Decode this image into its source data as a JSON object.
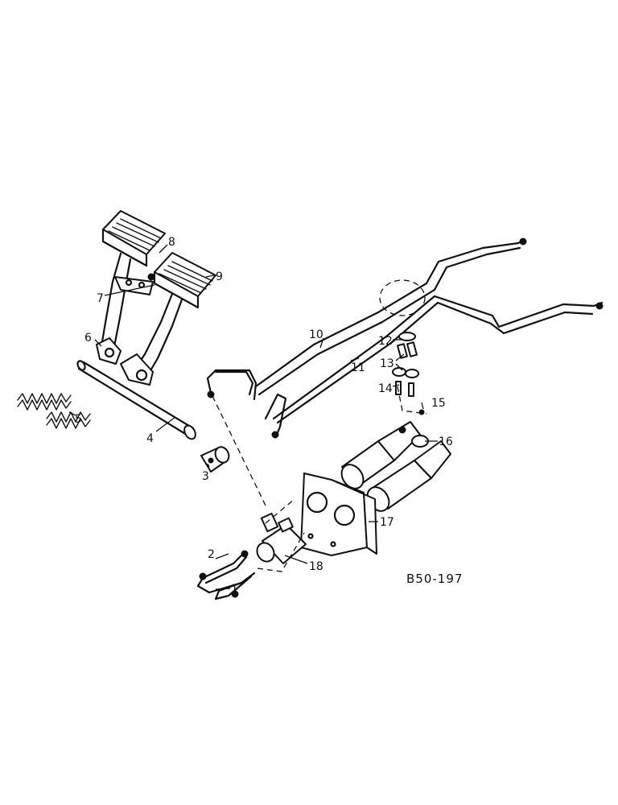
{
  "drawing": {
    "reference": "B50-197",
    "callouts": [
      "1",
      "2",
      "3",
      "4",
      "5",
      "6",
      "7",
      "8",
      "9",
      "10",
      "11",
      "12",
      "13",
      "14",
      "15",
      "16",
      "17",
      "18"
    ]
  }
}
